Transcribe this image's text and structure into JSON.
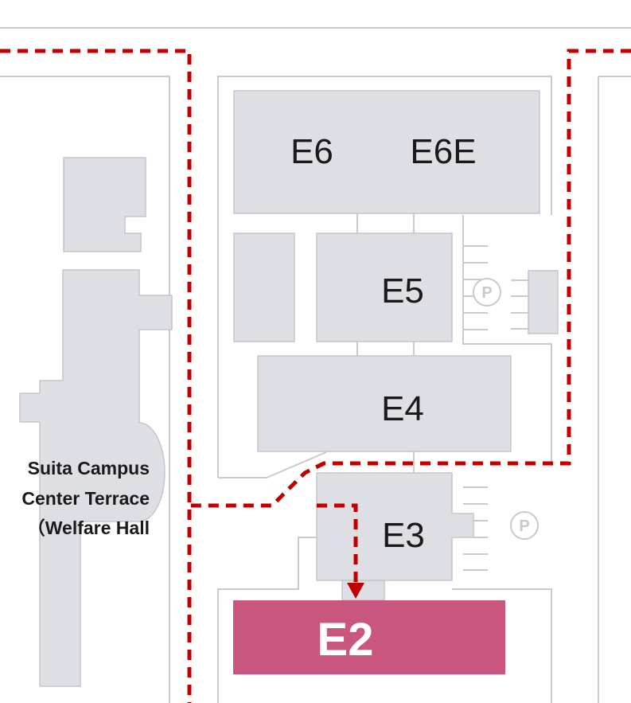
{
  "map": {
    "buildings": {
      "e6": "E6",
      "e6e": "E6E",
      "e5": "E5",
      "e4": "E4",
      "e3": "E3",
      "e2": "E2"
    },
    "parking": {
      "upper": "P",
      "lower": "P"
    },
    "facility_label": {
      "line1": "Suita Campus",
      "line2": "Center Terrace",
      "line3": "（Welfare Hall"
    },
    "colors": {
      "building_fill": "#dedfe4",
      "building_stroke": "#c4c6cc",
      "road_line": "#c9cacd",
      "route": "#c00000",
      "highlight": "#c9567e",
      "parking_circle": "#c9cacd",
      "label_text": "#1a1a1a"
    }
  }
}
